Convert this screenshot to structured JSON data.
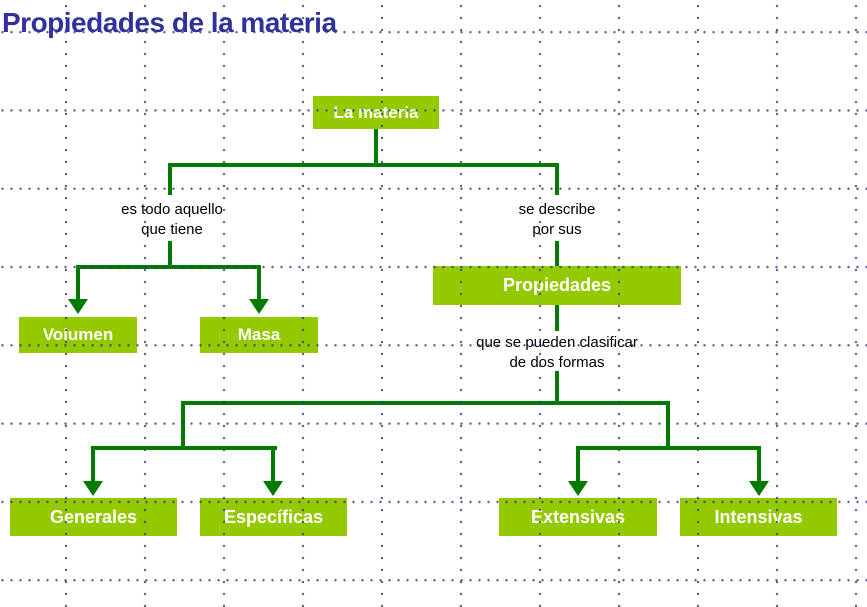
{
  "title": {
    "text": "Propiedades de la materia"
  },
  "diagram": {
    "root": "La materia",
    "nodes": {
      "la_materia": "La materia",
      "volumen": "Volumen",
      "masa": "Masa",
      "propiedades": "Propiedades",
      "generales": "Generales",
      "especificas": "Específicas",
      "extensivas": "Extensivas",
      "intensivas": "Intensivas"
    },
    "edge_labels": {
      "left": {
        "line1": "es todo aquello",
        "line2": "que tiene"
      },
      "right": {
        "line1": "se describe",
        "line2": "por sus"
      },
      "classify": {
        "line1": "que se pueden clasificar",
        "line2": "de dos formas"
      }
    },
    "relations": [
      {
        "from": "La materia",
        "label": "es todo aquello que tiene",
        "to": [
          "Volumen",
          "Masa"
        ]
      },
      {
        "from": "La materia",
        "label": "se describe por sus",
        "to": [
          "Propiedades"
        ]
      },
      {
        "from": "Propiedades",
        "label": "que se pueden clasificar de dos formas",
        "to": [
          "Generales",
          "Específicas",
          "Extensivas",
          "Intensivas"
        ]
      }
    ]
  },
  "colors": {
    "title": "#31319c",
    "node_fill": "#94c900",
    "node_text": "#ffffff",
    "connector": "#007b00",
    "label_text": "#000000",
    "grid_dot": "#34347f",
    "background": "#ffffff"
  }
}
